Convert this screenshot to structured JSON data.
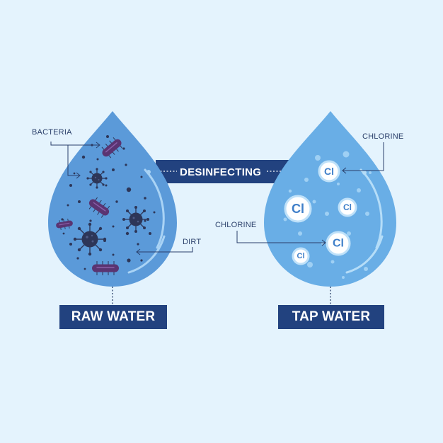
{
  "process": {
    "label": "DESINFECTING"
  },
  "raw": {
    "title": "RAW WATER",
    "labels": {
      "bacteria": "BACTERIA",
      "dirt": "DIRT"
    }
  },
  "tap": {
    "title": "TAP WATER",
    "labels": {
      "chlorine_top": "CHLORINE",
      "chlorine_mid": "CHLORINE"
    },
    "chlorine_symbol": "Cl"
  },
  "colors": {
    "background": "#e4f3fd",
    "drop_raw": "#5b9ad9",
    "drop_tap": "#69aee6",
    "banner": "#22427f",
    "microbe": "#2d3658",
    "bacterium": "#5a3472"
  }
}
